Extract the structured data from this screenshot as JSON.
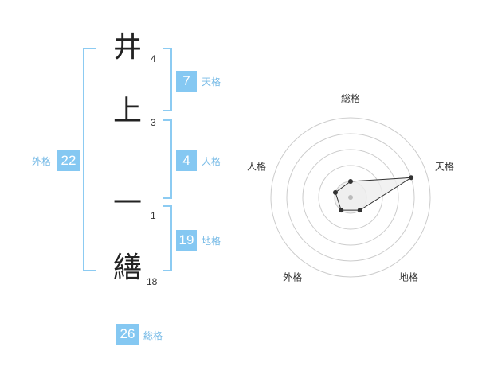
{
  "name": {
    "chars": [
      {
        "char": "井",
        "strokes": "4"
      },
      {
        "char": "上",
        "strokes": "3"
      },
      {
        "char": "一",
        "strokes": "1"
      },
      {
        "char": "繕",
        "strokes": "18"
      }
    ]
  },
  "fortune": {
    "tenkaku": {
      "value": "7",
      "label": "天格"
    },
    "jinkaku": {
      "value": "4",
      "label": "人格"
    },
    "chikaku": {
      "value": "19",
      "label": "地格"
    },
    "gaikaku": {
      "value": "22",
      "label": "外格"
    },
    "soukaku": {
      "value": "26",
      "label": "総格"
    }
  },
  "chart_data": {
    "type": "radar",
    "axes": [
      "総格",
      "天格",
      "地格",
      "外格",
      "人格"
    ],
    "values": [
      1,
      4,
      1,
      1,
      1
    ],
    "rmax": 5,
    "rings": 5,
    "colors": {
      "line": "#333333",
      "fill": "#eeeeee",
      "ring": "#cccccc",
      "point": "#333333",
      "center": "#bbbbbb"
    }
  }
}
